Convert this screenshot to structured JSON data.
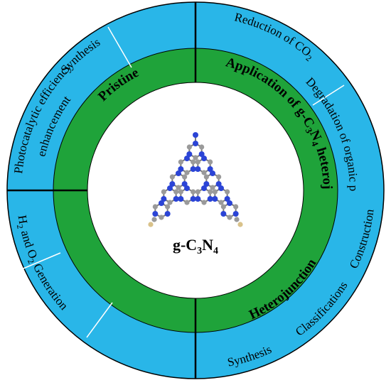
{
  "colors": {
    "outer_ring": "#29b6e8",
    "middle_ring": "#1fa33a",
    "center": "#ffffff",
    "divider_black": "#000000",
    "divider_white": "#ffffff",
    "nitrogen": "#2b44d6",
    "carbon": "#9a9a9a"
  },
  "center": {
    "title": "g-C",
    "sub3": "3",
    "mid": "N",
    "sub4": "4",
    "molecule_icon": "g-c3n4-molecule-icon"
  },
  "middle_ring": {
    "pristine": "Pristine",
    "application_lead": "Application of g-C",
    "application_sub3": "3",
    "application_mid": "N",
    "application_sub4": "4",
    "application_tail": " heterojunction",
    "heterojunction": "Heterojunction"
  },
  "outer_ring": {
    "synthesis_top": "Synthesis",
    "photocat_line1": "Photocatalytic efficiency",
    "photocat_line2": "enhancement",
    "reduction_lead": "Reduction of CO",
    "reduction_sub": "2",
    "degradation": "Degradation of organic pollutants",
    "h2_lead": "H",
    "h2_sub": "2",
    "h2_mid": " and O",
    "o2_sub": "2",
    "h2_tail": " Generation",
    "construction": "Construction",
    "classifications": "Classifications",
    "synthesis_bottom": "Synthesis"
  }
}
